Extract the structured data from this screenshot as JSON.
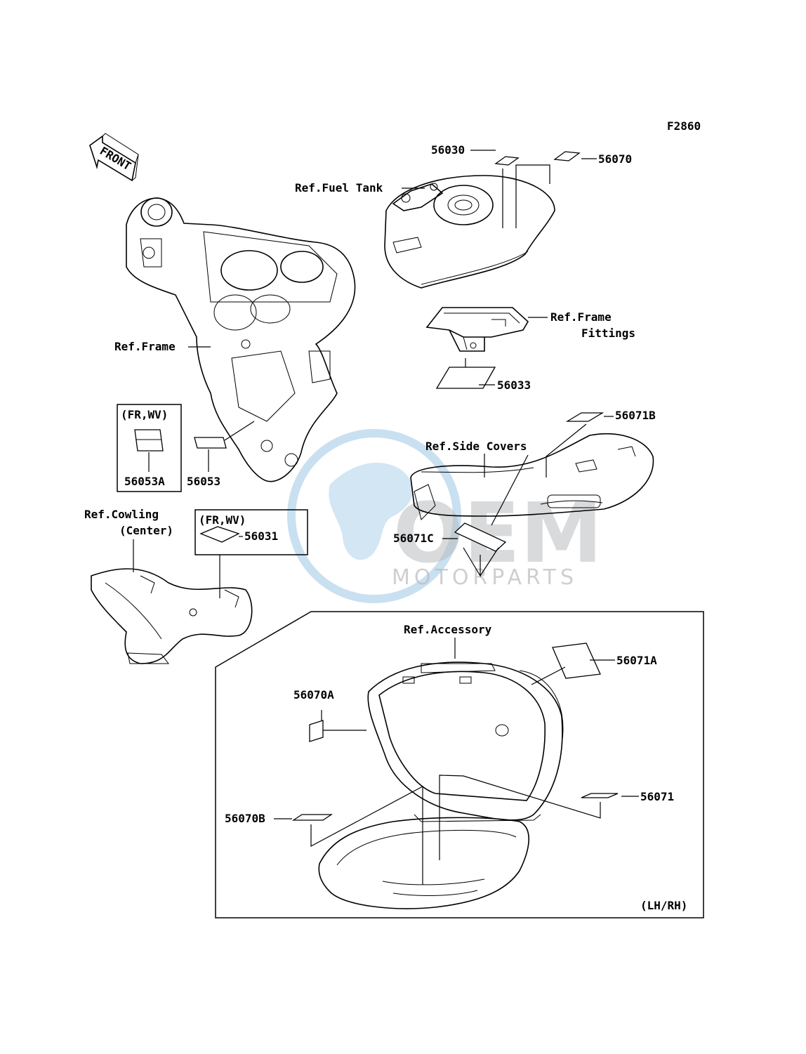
{
  "figure_code": "F2860",
  "front_arrow": "FRONT",
  "references": {
    "fuel_tank": "Ref.Fuel Tank",
    "frame": "Ref.Frame",
    "frame_fittings_line1": "Ref.Frame",
    "frame_fittings_line2": "Fittings",
    "side_covers": "Ref.Side Covers",
    "cowling_line1": "Ref.Cowling",
    "cowling_line2": "(Center)",
    "accessory": "Ref.Accessory"
  },
  "variant_boxes": {
    "box_1_label": "(FR,WV)",
    "box_2_label": "(FR,WV)"
  },
  "parts": {
    "p56030": "56030",
    "p56070": "56070",
    "p56033": "56033",
    "p56071B": "56071B",
    "p56053A": "56053A",
    "p56053": "56053",
    "p56031": "56031",
    "p56071C": "56071C",
    "p56071A": "56071A",
    "p56070A": "56070A",
    "p56071": "56071",
    "p56070B": "56070B"
  },
  "side_note": "(LH/RH)",
  "watermark": {
    "brand": "OEM",
    "tagline": "MOTORPARTS",
    "globe_color": "#9cc7e6",
    "text_color": "#b9bcbf"
  }
}
